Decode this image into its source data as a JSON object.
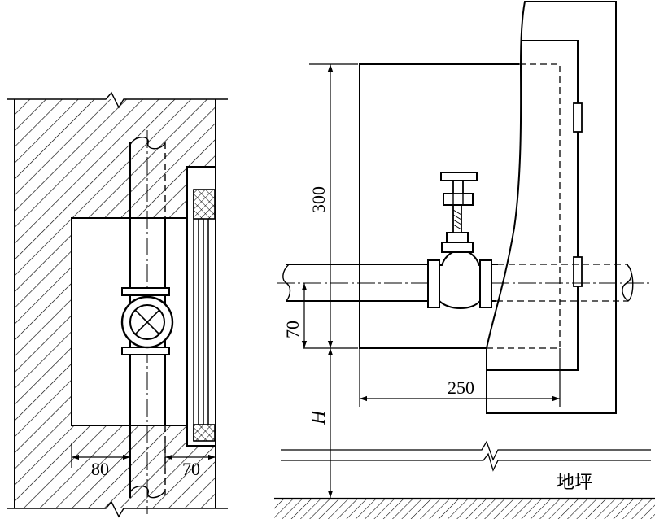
{
  "dimensions": {
    "left_valve_offset": "80",
    "left_cover_offset": "70",
    "box_height": "300",
    "pipe_height": "70",
    "box_depth": "250",
    "install_height": "H"
  },
  "labels": {
    "floor": "地坪"
  }
}
